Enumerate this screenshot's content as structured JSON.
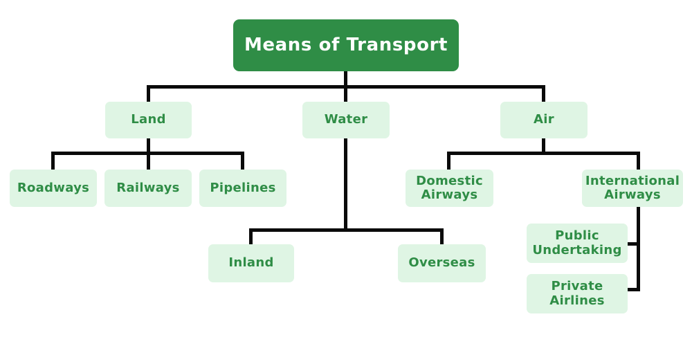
{
  "diagram": {
    "type": "tree",
    "title": "Means of Transport",
    "colors": {
      "root-bg": "#2f8d46",
      "node-bg": "#dff5e4",
      "node-text": "#2f8d46",
      "line": "#0a0a0a"
    },
    "hierarchy": {
      "label": "Means of Transport",
      "children": [
        {
          "label": "Land",
          "children": [
            {
              "label": "Roadways"
            },
            {
              "label": "Railways"
            },
            {
              "label": "Pipelines"
            }
          ]
        },
        {
          "label": "Water",
          "children": [
            {
              "label": "Inland"
            },
            {
              "label": "Overseas"
            }
          ]
        },
        {
          "label": "Air",
          "children": [
            {
              "label": "Domestic Airways"
            },
            {
              "label": "International Airways",
              "children": [
                {
                  "label": "Public Undertaking"
                },
                {
                  "label": "Private Airlines"
                }
              ]
            }
          ]
        }
      ]
    }
  }
}
